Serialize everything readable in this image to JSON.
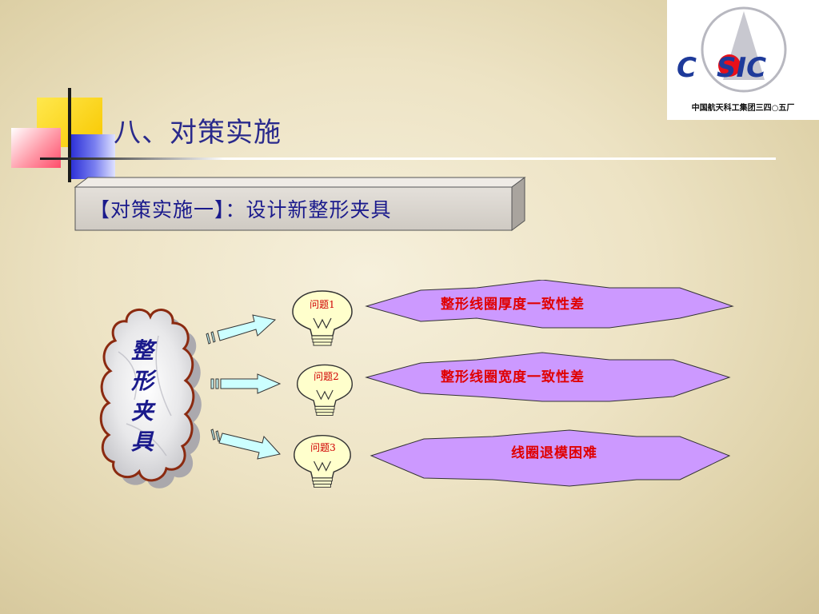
{
  "slide": {
    "title": "八、对策实施",
    "subtitle": "【对策实施一】：设计新整形夹具"
  },
  "logo": {
    "brand": "CASIC",
    "caption": "中国航天科工集团三四○五厂"
  },
  "diagram": {
    "source": "整形夹具",
    "problems": [
      {
        "label": "问题1",
        "description": "整形线圈厚度一致性差"
      },
      {
        "label": "问题2",
        "description": "整形线圈宽度一致性差"
      },
      {
        "label": "问题3",
        "description": "线圈退模困难"
      }
    ]
  },
  "colors": {
    "title_text": "#2a2a8c",
    "problem_text": "#d00000",
    "banner_fill": "#cc99ff",
    "bulb_fill": "#ffffcc",
    "arrow_fill": "#ccffff",
    "cloud_outline": "#8b2a10"
  }
}
